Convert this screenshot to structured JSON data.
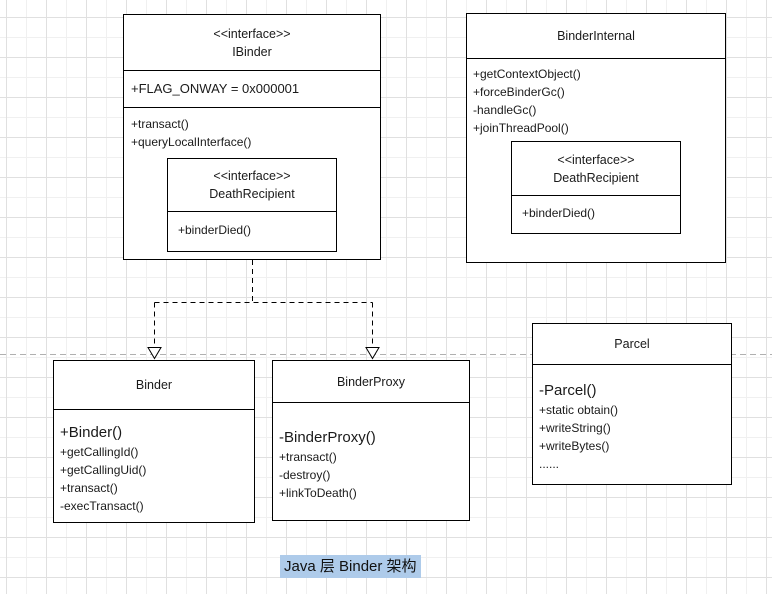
{
  "diagram": {
    "caption": "Java 层 Binder 架构"
  },
  "colors": {
    "caption_highlight": "#aecbea",
    "shape_border": "#000000",
    "shape_fill": "#ffffff",
    "page_divider": "#b0b0b0",
    "grid_major": "#e0e0e0",
    "grid_minor": "#f0f0f0"
  },
  "classes": {
    "ibinder": {
      "stereotype": "<<interface>>",
      "name": "IBinder",
      "attributes": [
        "+FLAG_ONWAY = 0x000001"
      ],
      "methods": [
        "+transact()",
        "+queryLocalInterface()"
      ]
    },
    "ibinder_death_recipient": {
      "stereotype": "<<interface>>",
      "name": "DeathRecipient",
      "methods": [
        "+binderDied()"
      ]
    },
    "binder_internal": {
      "name": "BinderInternal",
      "methods": [
        "+getContextObject()",
        "+forceBinderGc()",
        "-handleGc()",
        "+joinThreadPool()"
      ]
    },
    "binder_internal_death_recipient": {
      "stereotype": "<<interface>>",
      "name": "DeathRecipient",
      "methods": [
        "+binderDied()"
      ]
    },
    "binder": {
      "name": "Binder",
      "methods": [
        "+Binder()",
        "+getCallingId()",
        "+getCallingUid()",
        "+transact()",
        "-execTransact()"
      ]
    },
    "binder_proxy": {
      "name": "BinderProxy",
      "methods": [
        "-BinderProxy()",
        "+transact()",
        "-destroy()",
        "+linkToDeath()"
      ]
    },
    "parcel": {
      "name": "Parcel",
      "methods": [
        "-Parcel()",
        "+static obtain()",
        "+writeString()",
        "+writeBytes()",
        "......"
      ]
    }
  },
  "relationships": [
    {
      "from": "IBinder",
      "to": "Binder",
      "type": "dashed-arrow-hollow-triangle"
    },
    {
      "from": "IBinder",
      "to": "BinderProxy",
      "type": "dashed-arrow-hollow-triangle"
    }
  ]
}
